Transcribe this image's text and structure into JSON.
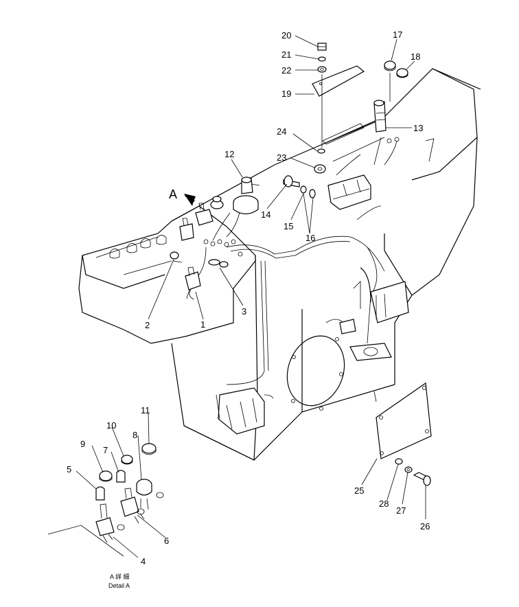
{
  "figure": {
    "view_label": "A",
    "detail_caption_cjk": "A 詳 細",
    "detail_caption": "Detail A"
  },
  "callouts": [
    "1",
    "2",
    "3",
    "4",
    "5",
    "6",
    "7",
    "8",
    "9",
    "10",
    "11",
    "12",
    "13",
    "14",
    "15",
    "16",
    "17",
    "18",
    "19",
    "20",
    "21",
    "22",
    "23",
    "24",
    "25",
    "26",
    "27",
    "28"
  ]
}
